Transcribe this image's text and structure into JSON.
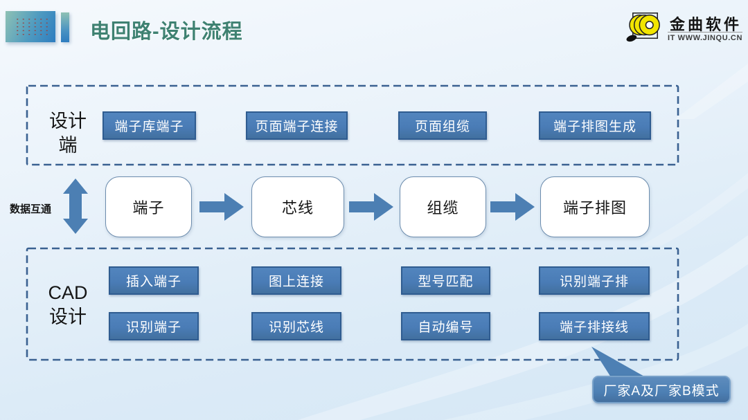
{
  "slide": {
    "title": "电回路-设计流程",
    "logo": {
      "brand": "金曲软件",
      "tagline": "IT WWW.JINQU.CN"
    }
  },
  "design_section": {
    "label_line1": "设计",
    "label_line2": "端",
    "buttons": [
      "端子库端子",
      "页面端子连接",
      "页面组缆",
      "端子排图生成"
    ]
  },
  "data_flow": {
    "exchange_label": "数据互通",
    "nodes": [
      "端子",
      "芯线",
      "组缆",
      "端子排图"
    ]
  },
  "cad_section": {
    "label_line1": "CAD",
    "label_line2": "设计",
    "buttons_row1": [
      "插入端子",
      "图上连接",
      "型号匹配",
      "识别端子排"
    ],
    "buttons_row2": [
      "识别端子",
      "识别芯线",
      "自动编号",
      "端子排接线"
    ]
  },
  "callout": {
    "label": "厂家A及厂家B模式"
  },
  "colors": {
    "title_green": "#3E8171",
    "button_blue": "#4A7EBB",
    "button_border": "#2F5C90",
    "dashed_border": "#3A6191",
    "arrow_blue": "#4C7FB3",
    "node_border": "#6C8CAD",
    "callout_blue": "#4D80B4",
    "logo_yellow": "#F2E500",
    "background_light_blue": "#DCEBF7"
  }
}
